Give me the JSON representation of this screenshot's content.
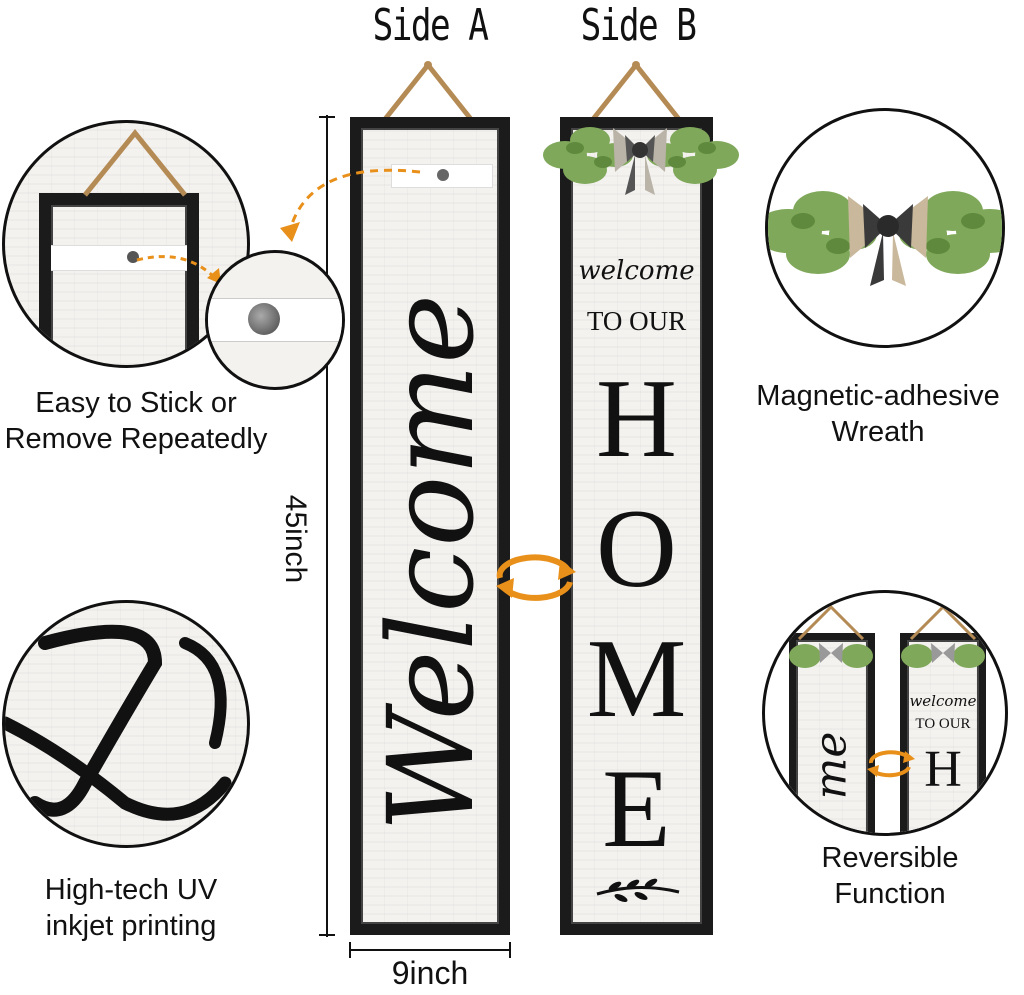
{
  "side_a": {
    "title": "Side A",
    "script_text": "Welcome"
  },
  "side_b": {
    "title": "Side B",
    "script_top": "welcome",
    "line2": "TO OUR",
    "letters": [
      "H",
      "O",
      "M",
      "E"
    ]
  },
  "dimensions": {
    "height_label": "45inch",
    "width_label": "9inch"
  },
  "features": {
    "stick": {
      "line1": "Easy to Stick or",
      "line2": "Remove Repeatedly"
    },
    "wreath": {
      "line1": "Magnetic-adhesive",
      "line2": "Wreath"
    },
    "printing": {
      "line1": "High-tech UV",
      "line2": "inkjet printing"
    },
    "reversible": {
      "line1": "Reversible",
      "line2": "Function",
      "mini_script": "welcome",
      "mini_line2": "TO OUR",
      "mini_letter": "H",
      "mini_side_a_text": "me"
    }
  },
  "colors": {
    "frame": "#1b1b1b",
    "accent_orange": "#e8901a",
    "greenery": "#7fa85a",
    "wood": "#f4f2ef"
  }
}
